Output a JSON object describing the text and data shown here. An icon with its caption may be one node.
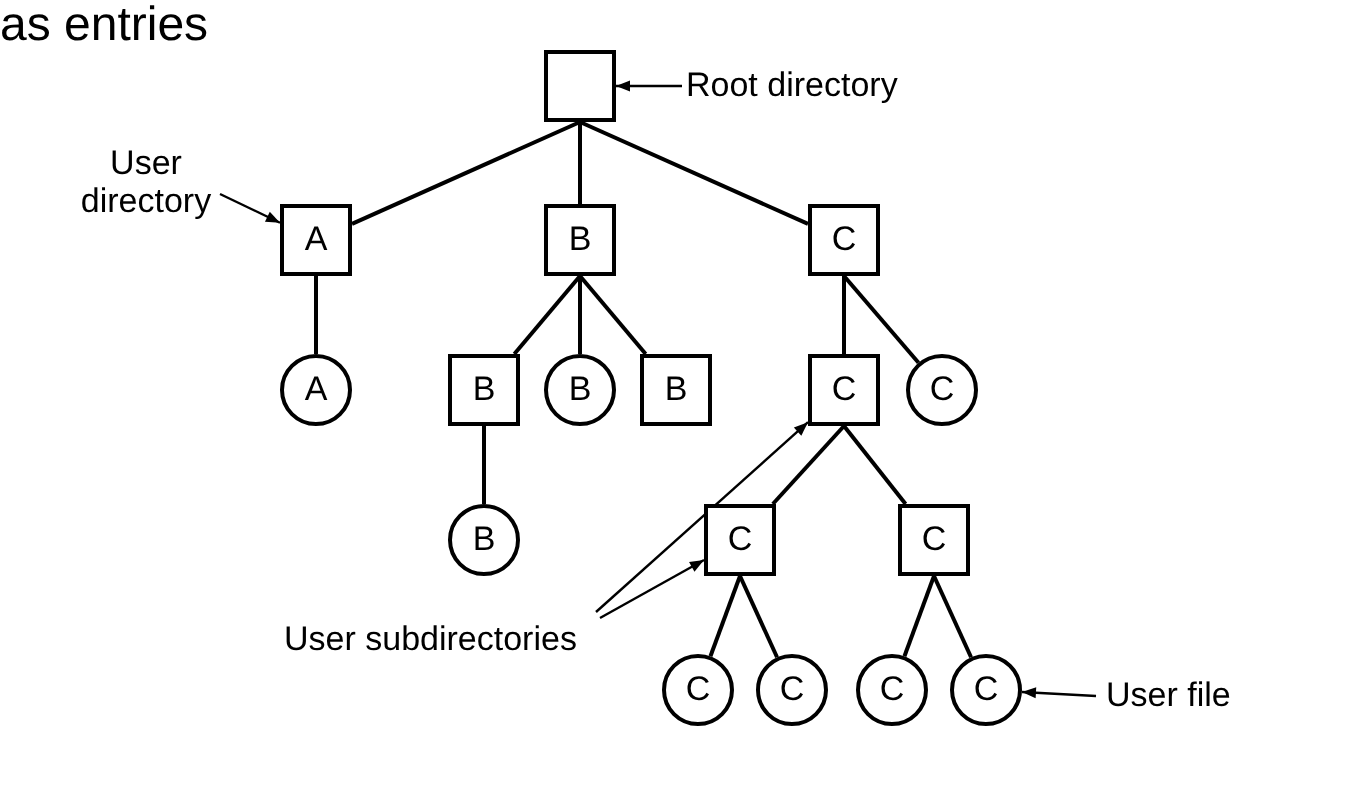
{
  "diagram": {
    "nodes": [
      {
        "text": [],
        "shape": "box"
      },
      {
        "text": [
          "A"
        ]
      },
      {
        "text": [
          "B"
        ]
      },
      {
        "text": [
          "C"
        ]
      },
      {
        "text": [
          "A"
        ]
      },
      {
        "text": [
          "B"
        ]
      },
      {
        "text": [
          "B"
        ]
      },
      {
        "text": [
          "B"
        ]
      },
      {
        "text": [
          "C"
        ]
      },
      {
        "text": [
          "C"
        ]
      },
      {
        "text": [
          "B"
        ]
      },
      {
        "text": [
          "C"
        ]
      },
      {
        "text": [
          "C"
        ]
      },
      {
        "text": [
          "C"
        ]
      },
      {
        "text": [
          "C"
        ]
      },
      {
        "text": [
          "C"
        ]
      },
      {
        "text": [
          "C"
        ]
      },
      {
        "text": [
          "Root directory"
        ]
      },
      {
        "text": [
          "User directory"
        ]
      },
      {
        "text": [
          "User subdirectories"
        ]
      },
      {
        "text": [
          "User file"
        ]
      }
    ],
    "edges": [
      {
        "from": 0,
        "to": 1,
        "arrow": "none"
      },
      {
        "from": 0,
        "to": 2,
        "arrow": "none"
      },
      {
        "from": 0,
        "to": 3,
        "arrow": "none"
      },
      {
        "from": 1,
        "to": 4,
        "arrow": "none"
      },
      {
        "from": 2,
        "to": 5,
        "arrow": "none"
      },
      {
        "from": 2,
        "to": 6,
        "arrow": "none"
      },
      {
        "from": 2,
        "to": 7,
        "arrow": "none"
      },
      {
        "from": 3,
        "to": 8,
        "arrow": "none"
      },
      {
        "from": 3,
        "to": 9,
        "arrow": "none"
      },
      {
        "from": 5,
        "to": 10,
        "arrow": "none"
      },
      {
        "from": 8,
        "to": 11,
        "arrow": "none"
      },
      {
        "from": 8,
        "to": 12,
        "arrow": "none"
      },
      {
        "from": 11,
        "to": 13,
        "arrow": "none"
      },
      {
        "from": 11,
        "to": 14,
        "arrow": "none"
      },
      {
        "from": 12,
        "to": 15,
        "arrow": "none"
      },
      {
        "from": 12,
        "to": 16,
        "arrow": "none"
      },
      {
        "from": 17,
        "to": 0,
        "arrow": "to"
      },
      {
        "from": 18,
        "to": 1,
        "arrow": "to"
      },
      {
        "from": 19,
        "to": 8,
        "arrow": "to"
      },
      {
        "from": 19,
        "to": 11,
        "arrow": "to"
      },
      {
        "from": 20,
        "to": 16,
        "arrow": "to"
      }
    ],
    "labels": [
      "as entries"
    ]
  }
}
